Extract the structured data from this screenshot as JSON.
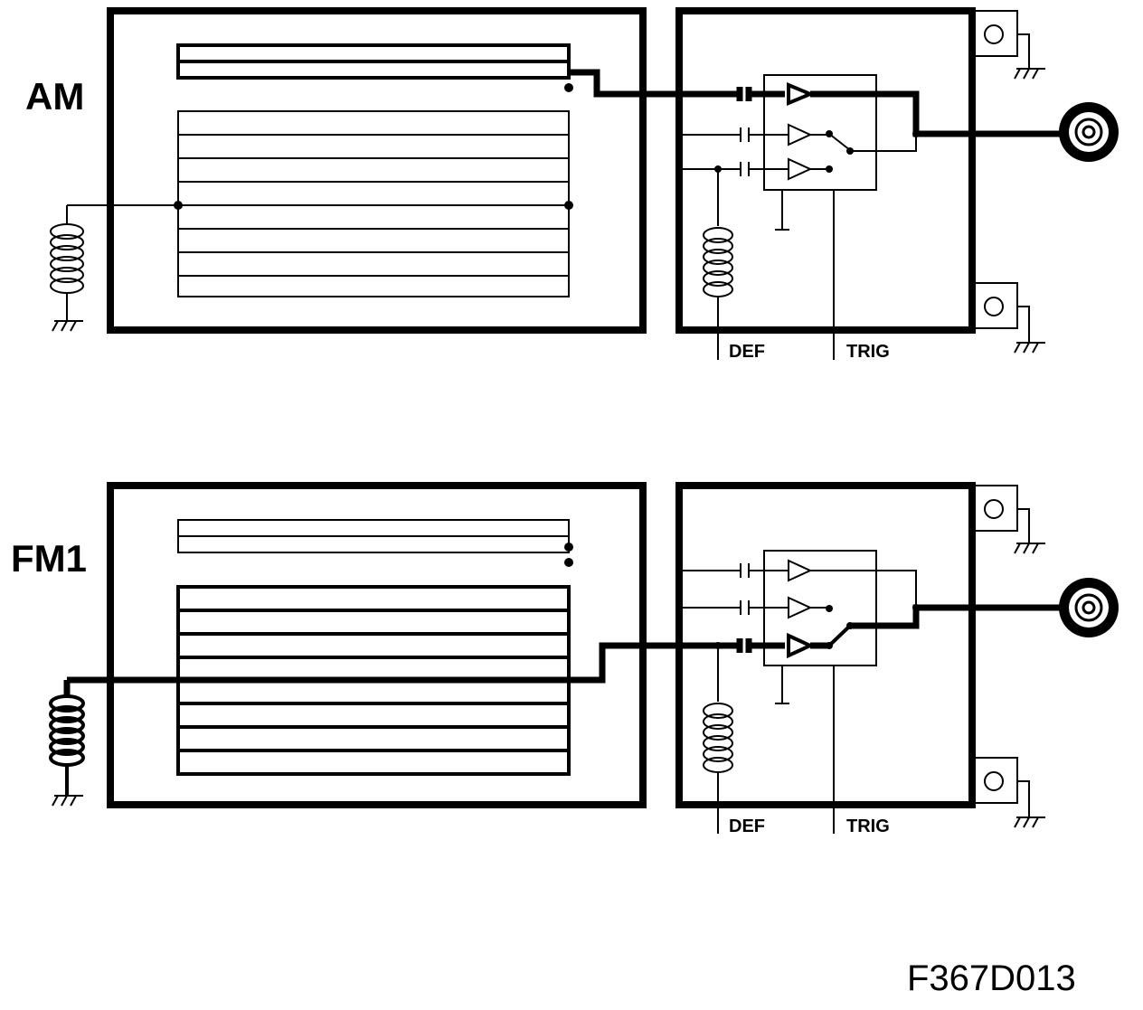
{
  "diagram": {
    "figure_id": "F367D013",
    "panels": [
      {
        "label": "AM",
        "def_label": "DEF",
        "trig_label": "TRIG"
      },
      {
        "label": "FM1",
        "def_label": "DEF",
        "trig_label": "TRIG"
      }
    ]
  }
}
